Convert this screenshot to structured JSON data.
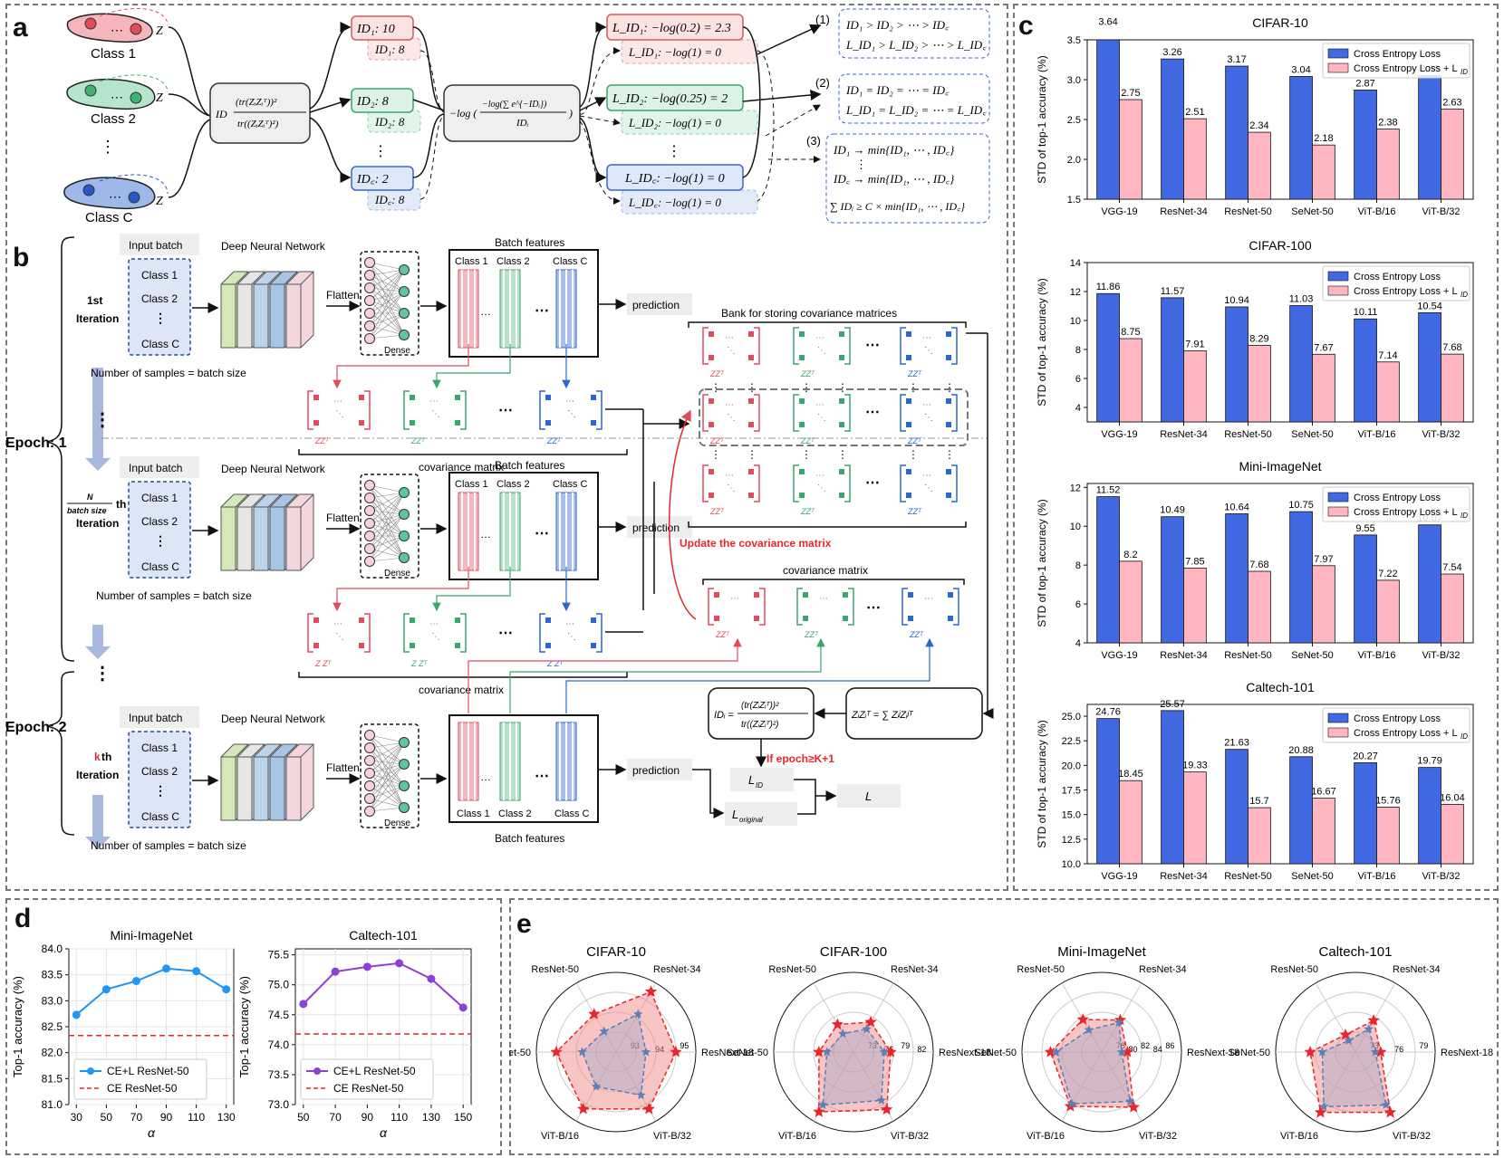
{
  "panels": {
    "a": "a",
    "b": "b",
    "c": "c",
    "d": "d",
    "e": "e"
  },
  "a": {
    "classes": [
      "Class 1",
      "Class 2",
      "Class C"
    ],
    "z": [
      "Z",
      "Z",
      "Z"
    ],
    "id_formula_lhs": "ID",
    "id_boxes": [
      "ID₁: 10",
      "ID₂: 8",
      "ID꜀: 2"
    ],
    "id_shadow": [
      "ID₁: 8",
      "ID₂: 8",
      "ID꜀: 8"
    ],
    "loss_formula": "−log (−log(∑ e^{−IDᵢ}) / IDᵢ)",
    "loss_boxes": [
      "L_ID₁: −log(0.2) = 2.3",
      "L_ID₂: −log(0.25) = 2",
      "L_ID꜀: −log(1) = 0"
    ],
    "loss_shadow": [
      "L_ID₁: −log(1) = 0",
      "L_ID₂: −log(1) = 0",
      "L_ID꜀: −log(1) = 0"
    ],
    "cases": [
      {
        "num": "(1)",
        "lines": [
          "ID₁ > ID₂ > ⋯ > ID꜀",
          "L_ID₁ > L_ID₂ > ⋯ > L_ID꜀"
        ]
      },
      {
        "num": "(2)",
        "lines": [
          "ID₁ = ID₂ = ⋯ = ID꜀",
          "L_ID₁ = L_ID₂ = ⋯ = L_ID꜀"
        ]
      },
      {
        "num": "(3)",
        "lines": [
          "ID₁ → min{ID₁, ⋯ , ID꜀}",
          "ID꜀ → min{ID₁, ⋯ , ID꜀}",
          "∑ IDᵢ ≥ C × min{ID₁, ⋯ , ID꜀}"
        ]
      }
    ]
  },
  "b": {
    "epoch1": "Epoch: 1",
    "epoch2": "Epoch: 2",
    "input_batch": "Input batch",
    "dnn": "Deep Neural Network",
    "batch_classes": [
      "Class 1",
      "Class 2",
      "Class C"
    ],
    "iter_labels": [
      "1st",
      "Iteration",
      "th",
      "Iteration",
      "k",
      "th",
      "Iteration"
    ],
    "n_frac": [
      "N",
      "batch size"
    ],
    "samples": "Number of samples = batch size",
    "flatten": "Flatten",
    "dense": "Dense",
    "batch_features": "Batch features",
    "prediction": "prediction",
    "covariance": "covariance matrix",
    "bank": "Bank for storing covariance matrices",
    "update": "Update the covariance matrix",
    "if_epoch": "If epoch≥K+1",
    "l_id": "L",
    "l_original": "L",
    "l_total": "L"
  },
  "c": {
    "ylabel": "STD of top-1 accuracy (%)",
    "legend": [
      "Cross Entropy Loss",
      "Cross Entropy Loss + L"
    ]
  },
  "d": {
    "ylabel": "Top-1 accuracy (%)",
    "xlabel": "α",
    "legend": [
      "CE+L ResNet-50",
      "CE ResNet-50"
    ]
  },
  "e": {
    "axes": [
      "ResNet-34",
      "ResNext-18",
      "ViT-B/32",
      "ViT-B/16",
      "SeNet-50",
      "ResNet-50"
    ]
  },
  "colors": {
    "ce": "#4169e1",
    "id": "#ffb6c1",
    "red": "#e8262b",
    "blue_star": "#5b7fb8"
  },
  "chart_data": [
    {
      "type": "bar",
      "title": "CIFAR-10",
      "ylabel": "STD of top-1 accuracy (%)",
      "categories": [
        "VGG-19",
        "ResNet-34",
        "ResNet-50",
        "SeNet-50",
        "ViT-B/16",
        "ViT-B/32"
      ],
      "ylim": [
        1.5,
        3.5
      ],
      "yticks": [
        1.5,
        2.0,
        2.5,
        3.0,
        3.5
      ],
      "series": [
        {
          "name": "Cross Entropy Loss",
          "values": [
            3.64,
            3.26,
            3.17,
            3.04,
            2.87,
            3.05
          ]
        },
        {
          "name": "Cross Entropy Loss + L_ID",
          "values": [
            2.75,
            2.51,
            2.34,
            2.18,
            2.38,
            2.63
          ]
        }
      ],
      "legend": "top-right"
    },
    {
      "type": "bar",
      "title": "CIFAR-100",
      "ylabel": "STD of top-1 accuracy (%)",
      "categories": [
        "VGG-19",
        "ResNet-34",
        "ResNet-50",
        "SeNet-50",
        "ViT-B/16",
        "ViT-B/32"
      ],
      "ylim": [
        3,
        14
      ],
      "yticks": [
        4,
        6,
        8,
        10,
        12,
        14
      ],
      "series": [
        {
          "name": "Cross Entropy Loss",
          "values": [
            11.86,
            11.57,
            10.94,
            11.03,
            10.11,
            10.54
          ]
        },
        {
          "name": "Cross Entropy Loss + L_ID",
          "values": [
            8.75,
            7.91,
            8.29,
            7.67,
            7.14,
            7.68
          ]
        }
      ],
      "legend": "top-right"
    },
    {
      "type": "bar",
      "title": "Mini-ImageNet",
      "ylabel": "STD of top-1 accuracy (%)",
      "categories": [
        "VGG-19",
        "ResNet-34",
        "ResNet-50",
        "SeNet-50",
        "ViT-B/16",
        "ViT-B/32"
      ],
      "ylim": [
        4,
        12.2
      ],
      "yticks": [
        4,
        6,
        8,
        10,
        12
      ],
      "series": [
        {
          "name": "Cross Entropy Loss",
          "values": [
            11.52,
            10.49,
            10.64,
            10.75,
            9.55,
            10.07
          ]
        },
        {
          "name": "Cross Entropy Loss + L_ID",
          "values": [
            8.2,
            7.85,
            7.68,
            7.97,
            7.22,
            7.54
          ]
        }
      ],
      "legend": "top-right"
    },
    {
      "type": "bar",
      "title": "Caltech-101",
      "ylabel": "STD of top-1 accuracy (%)",
      "categories": [
        "VGG-19",
        "ResNet-34",
        "ResNet-50",
        "SeNet-50",
        "ViT-B/16",
        "ViT-B/32"
      ],
      "ylim": [
        10,
        26.2
      ],
      "yticks": [
        10.0,
        12.5,
        15.0,
        17.5,
        20.0,
        22.5,
        25.0
      ],
      "series": [
        {
          "name": "Cross Entropy Loss",
          "values": [
            24.76,
            25.57,
            21.63,
            20.88,
            20.27,
            19.79
          ]
        },
        {
          "name": "Cross Entropy Loss + L_ID",
          "values": [
            18.45,
            19.33,
            15.7,
            16.67,
            15.76,
            16.04
          ]
        }
      ],
      "legend": "top-right"
    },
    {
      "type": "line",
      "title": "Mini-ImageNet",
      "xlabel": "α",
      "ylabel": "Top-1 accuracy (%)",
      "x": [
        30,
        50,
        70,
        90,
        110,
        130
      ],
      "ylim": [
        81.0,
        84.0
      ],
      "yticks": [
        81.0,
        81.5,
        82.0,
        82.5,
        83.0,
        83.5,
        84.0
      ],
      "series": [
        {
          "name": "CE+L_ID ResNet-50",
          "values": [
            82.73,
            83.22,
            83.38,
            83.62,
            83.57,
            83.22
          ]
        },
        {
          "name": "CE ResNet-50",
          "values": [
            82.33,
            82.33,
            82.33,
            82.33,
            82.33,
            82.33
          ],
          "style": "dashed"
        }
      ],
      "grid": true,
      "legend": "bottom-left"
    },
    {
      "type": "line",
      "title": "Caltech-101",
      "xlabel": "α",
      "ylabel": "Top-1 accuracy (%)",
      "x": [
        50,
        70,
        90,
        110,
        130,
        150
      ],
      "ylim": [
        73.0,
        75.6
      ],
      "yticks": [
        73.0,
        73.5,
        74.0,
        74.5,
        75.0,
        75.5
      ],
      "series": [
        {
          "name": "CE+L_ID ResNet-50",
          "values": [
            74.68,
            75.22,
            75.3,
            75.36,
            75.1,
            74.62
          ]
        },
        {
          "name": "CE ResNet-50",
          "values": [
            74.18,
            74.18,
            74.18,
            74.18,
            74.18,
            74.18
          ],
          "style": "dashed"
        }
      ],
      "grid": true,
      "legend": "bottom-left"
    },
    {
      "type": "radar",
      "title": "CIFAR-10",
      "axes": [
        "ResNet-34",
        "ResNext-18",
        "ViT-B/32",
        "ViT-B/16",
        "SeNet-50",
        "ResNet-50"
      ],
      "ring_labels": [
        "93",
        "94",
        "95"
      ],
      "rmin": 92,
      "rmax": 96,
      "series": [
        {
          "values": [
            95.5,
            95.0,
            95.3,
            95.3,
            95.0,
            94.2
          ]
        },
        {
          "values": [
            94.2,
            93.5,
            94.5,
            94.0,
            93.7,
            93.2
          ]
        }
      ]
    },
    {
      "type": "radar",
      "title": "CIFAR-100",
      "axes": [
        "ResNet-34",
        "ResNext-18",
        "ViT-B/32",
        "ViT-B/16",
        "SeNet-50",
        "ResNet-50"
      ],
      "ring_labels": [
        "73",
        "76",
        "79",
        "82"
      ],
      "rmin": 70,
      "rmax": 85,
      "series": [
        {
          "values": [
            76.5,
            77.0,
            82.5,
            83.0,
            76.5,
            76.0
          ]
        },
        {
          "values": [
            75.0,
            75.8,
            80.5,
            81.5,
            75.0,
            74.0
          ]
        }
      ]
    },
    {
      "type": "radar",
      "title": "Mini-ImageNet",
      "axes": [
        "ResNet-34",
        "ResNext-18",
        "ViT-B/32",
        "ViT-B/16",
        "SeNet-50",
        "ResNet-50"
      ],
      "ring_labels": [
        "78",
        "80",
        "82",
        "84",
        "86"
      ],
      "rmin": 76,
      "rmax": 90,
      "series": [
        {
          "values": [
            82.5,
            80.5,
            87.2,
            87.0,
            85.0,
            82.6
          ]
        },
        {
          "values": [
            82.0,
            79.5,
            86.0,
            86.5,
            84.0,
            80.5
          ]
        }
      ]
    },
    {
      "type": "radar",
      "title": "Caltech-101",
      "axes": [
        "ResNet-34",
        "ResNext-18",
        "ViT-B/32",
        "ViT-B/16",
        "SeNet-50",
        "ResNet-50"
      ],
      "ring_labels": [
        "73",
        "76",
        "79"
      ],
      "rmin": 70,
      "rmax": 82,
      "series": [
        {
          "values": [
            75.5,
            73.8,
            80.5,
            80.5,
            76.8,
            73.0
          ]
        },
        {
          "values": [
            74.0,
            73.0,
            79.2,
            79.5,
            75.0,
            72.0
          ]
        }
      ]
    }
  ]
}
